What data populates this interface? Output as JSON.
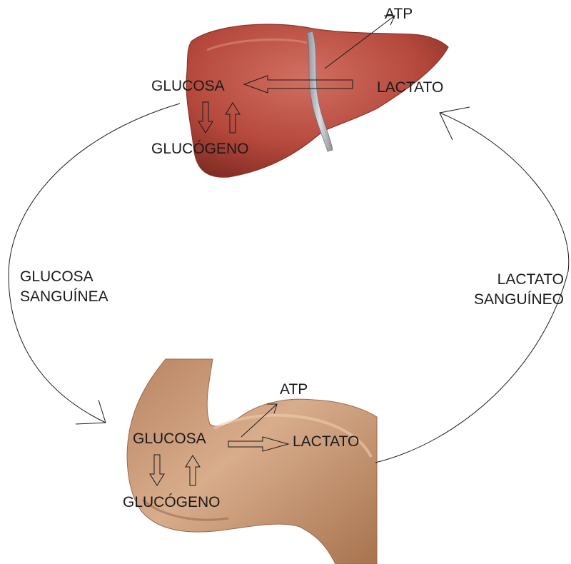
{
  "liver": {
    "atp": "ATP",
    "glucose": "GLUCOSA",
    "lactate": "LACTATO",
    "glycogen": "GLUCÓGENO"
  },
  "muscle": {
    "atp": "ATP",
    "glucose": "GLUCOSA",
    "lactate": "LACTATO",
    "glycogen": "GLUCÓGENO"
  },
  "blood": {
    "glucose_line1": "GLUCOSA",
    "glucose_line2": "SANGUÍNEA",
    "lactate_line1": "LACTATO",
    "lactate_line2": "SANGUÍNEO"
  },
  "colors": {
    "liver": "#b5483c",
    "skin": "#c99a78",
    "line": "#1a1a1a"
  }
}
